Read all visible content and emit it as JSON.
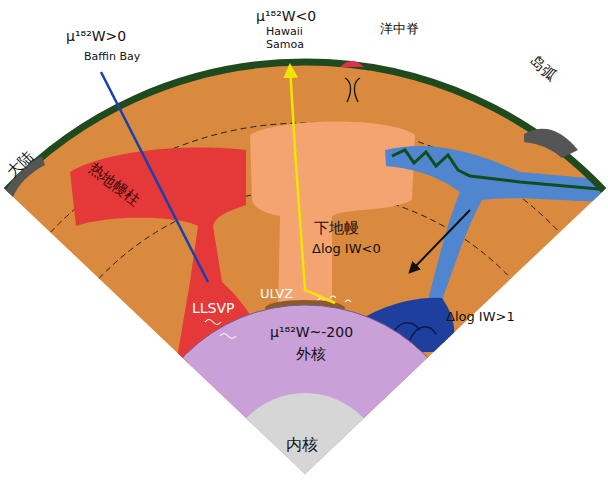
{
  "diagram": {
    "nodes": [
      {
        "text": [
          "μ¹⁸²W~-200",
          "外核"
        ]
      },
      {
        "text": [
          "内核"
        ],
        "in": 0
      },
      {
        "text": [
          "LLSVP"
        ]
      },
      {
        "text": [
          "ULVZ"
        ]
      },
      {
        "text": [
          "热地幔柱"
        ]
      }
    ],
    "labels": [
      "μ¹⁸²W>0",
      "Baffin Bay",
      "μ¹⁸²W<0",
      "Hawaii Samoa",
      "洋中脊",
      "岛弧",
      "大陆",
      "下地幔",
      "Δlog IW<0",
      "Δlog IW>1"
    ]
  }
}
